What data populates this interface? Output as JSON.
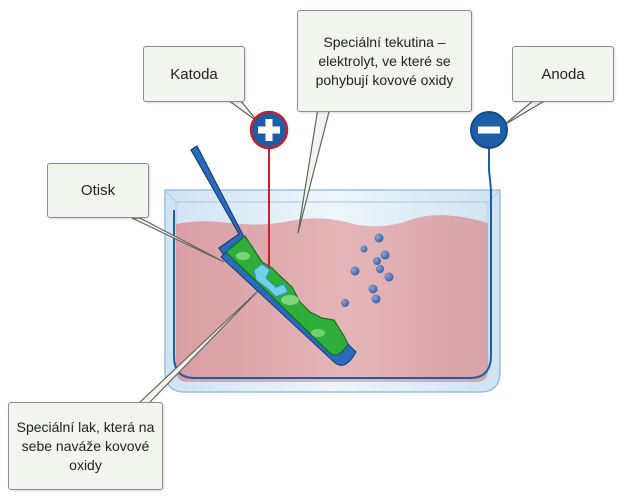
{
  "labels": {
    "katoda": "Katoda",
    "anoda": "Anoda",
    "otisk": "Otisk",
    "elektrolyt": "Speciální tekutina – elektrolyt, ve které se pohybují kovové oxidy",
    "lak": "Speciální lak, která na sebe naváže kovové oxidy"
  },
  "terminals": {
    "cathode_symbol": "plus-icon",
    "anode_symbol": "minus-icon"
  },
  "colors": {
    "electrolyte": "#dba7ab",
    "tank_glass": "#dcebf6",
    "tank_outline": "#8fb7d6",
    "terminal_blue": "#1c5ea8",
    "cathode_wire": "#c8202a",
    "impression_green": "#2fae3a",
    "lacquer_cyan": "#6fd0e8",
    "oxide_particles": "#4a6fb0",
    "callout_fill": "#f2f4ee",
    "callout_border": "#8a8f86"
  }
}
